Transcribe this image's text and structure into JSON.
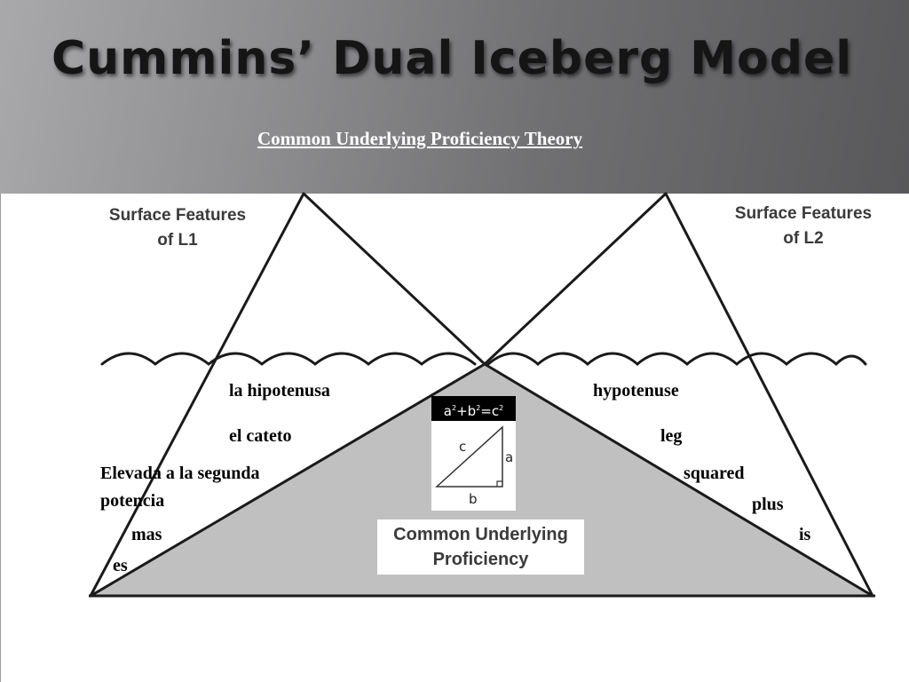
{
  "slide": {
    "title": "Cummins’ Dual Iceberg Model",
    "subtitle": "Common Underlying Proficiency Theory"
  },
  "diagram": {
    "l1_label": [
      "Surface Features",
      "of L1"
    ],
    "l2_label": [
      "Surface Features",
      "of L2"
    ],
    "cup_label": [
      "Common Underlying",
      "Proficiency"
    ],
    "formula": {
      "base_a": "a",
      "base_b": "b",
      "base_c": "c",
      "exp": "2",
      "plus": "+",
      "equals": "="
    },
    "triangle_sides": {
      "hyp": "c",
      "vert": "a",
      "horiz": "b"
    },
    "l1_terms": [
      "la hipotenusa",
      "el cateto",
      "Elevada a la segunda",
      "potencia",
      "mas",
      "es"
    ],
    "l2_terms": [
      "hypotenuse",
      "leg",
      "squared",
      "plus",
      "is"
    ],
    "colors": {
      "cup_fill": "#c0c0c0",
      "line": "#1a1a1a",
      "header_dark": "#58585b",
      "header_light": "#a9a9ab"
    }
  }
}
